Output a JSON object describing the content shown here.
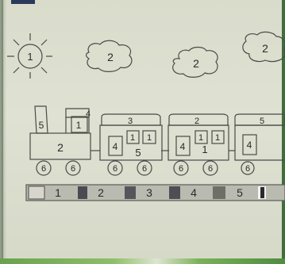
{
  "sky": {
    "sun_number": "1",
    "cloud_numbers": [
      "2",
      "2",
      "2"
    ]
  },
  "train": {
    "locomotive": {
      "chimney": "5",
      "cab_roof": "4",
      "cab_window": "1",
      "body": "2",
      "wheels": [
        "6",
        "6"
      ]
    },
    "wagons": [
      {
        "roof": "3",
        "windows": [
          "4",
          "1",
          "1"
        ],
        "body": "5",
        "wheels": [
          "6",
          "6"
        ]
      },
      {
        "roof": "2",
        "windows": [
          "4",
          "1",
          "1"
        ],
        "body": "1",
        "wheels": [
          "6",
          "6"
        ]
      },
      {
        "roof": "5",
        "windows": [
          "4"
        ],
        "body": "",
        "wheels": [
          "6"
        ]
      }
    ]
  },
  "legend": {
    "items": [
      {
        "number": "1",
        "swatch_color": "#d8d6cc"
      },
      {
        "number": "2",
        "swatch_color": "#4a4b52"
      },
      {
        "number": "3",
        "swatch_color": "#55565c"
      },
      {
        "number": "4",
        "swatch_color": "#4e4f55"
      },
      {
        "number": "5",
        "swatch_color": "#6e7068"
      },
      {
        "number": "",
        "swatch_color": "#2a2a2e"
      }
    ]
  },
  "colors": {
    "line": "#4a4a48",
    "paper": "#dfe1d2",
    "legend_bar": "#b9bbb0"
  }
}
